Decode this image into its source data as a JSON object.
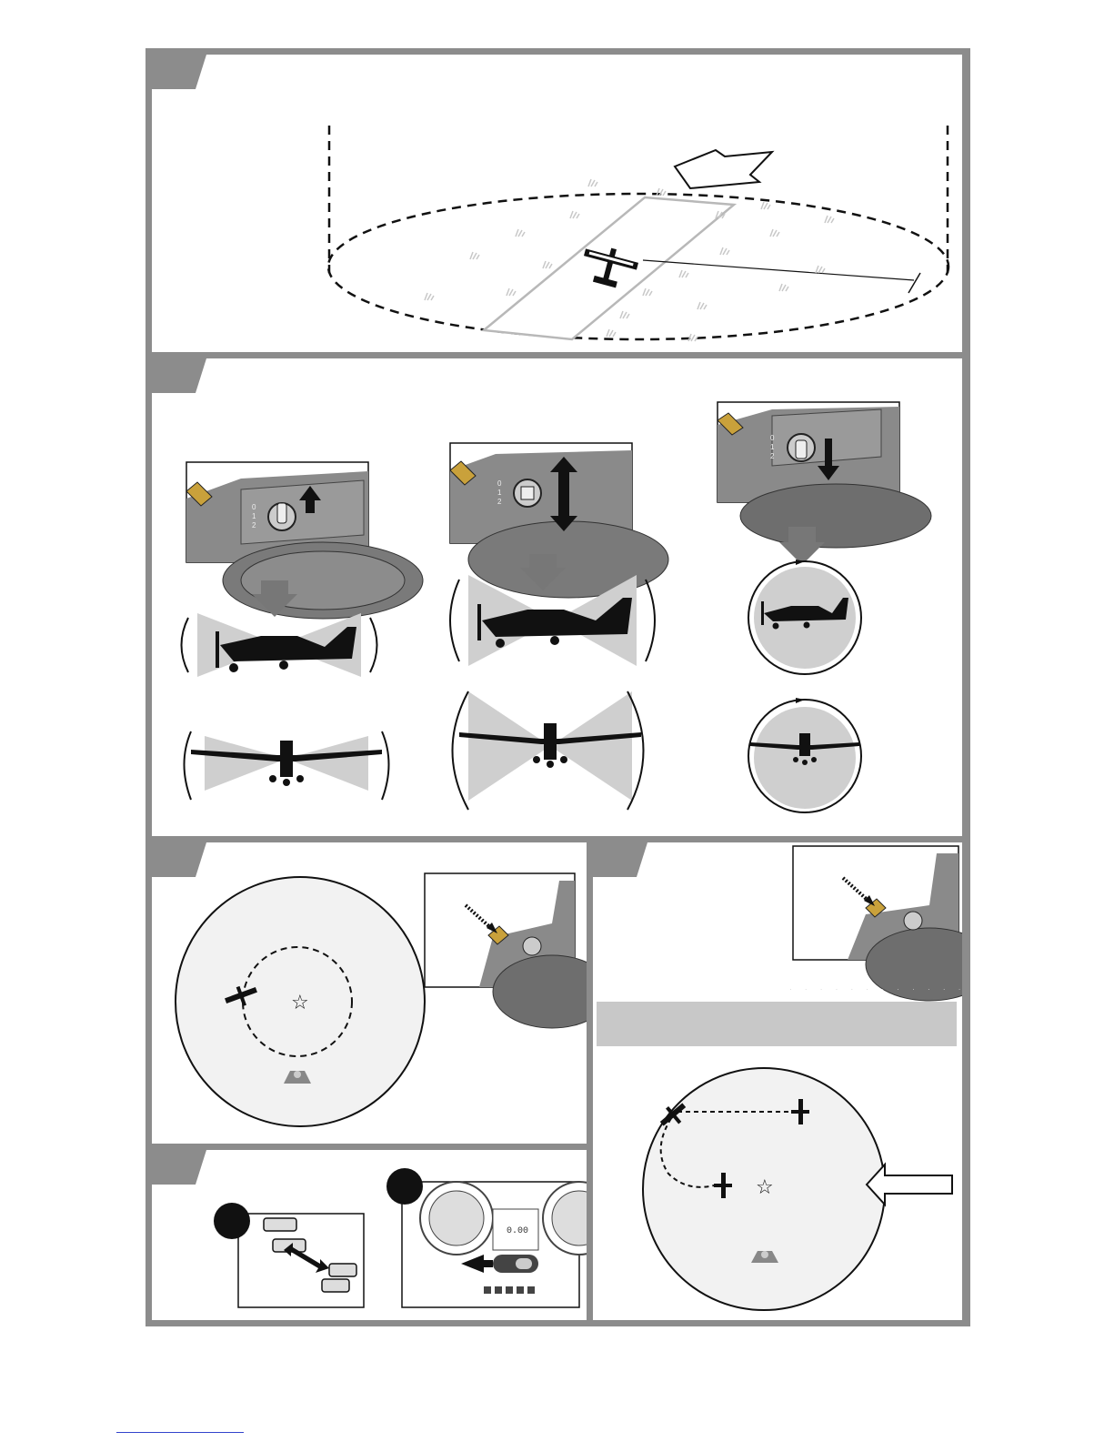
{
  "panels": [
    {
      "id": "flying-field",
      "step_label": ""
    },
    {
      "id": "flight-modes",
      "step_label": ""
    },
    {
      "id": "panic-recovery",
      "step_label": ""
    },
    {
      "id": "safe-circle",
      "step_label": ""
    },
    {
      "id": "power-down",
      "step_label": ""
    }
  ],
  "mode_switch": {
    "positions": [
      "0",
      "1",
      "2"
    ]
  },
  "transmitter": {
    "display_text": "0.00"
  },
  "power_down_steps": {
    "step1": "",
    "step2": ""
  },
  "colors": {
    "frame": "#8c8c8c",
    "shade": "#cfcfcf",
    "silhouette": "#111111",
    "banner": "#c8c8c8"
  },
  "icons": [
    "wind-direction-arrow",
    "airplane-icon",
    "pilot-icon",
    "star-icon",
    "arrow-down-icon",
    "arrow-up-icon",
    "double-arrow-icon"
  ]
}
